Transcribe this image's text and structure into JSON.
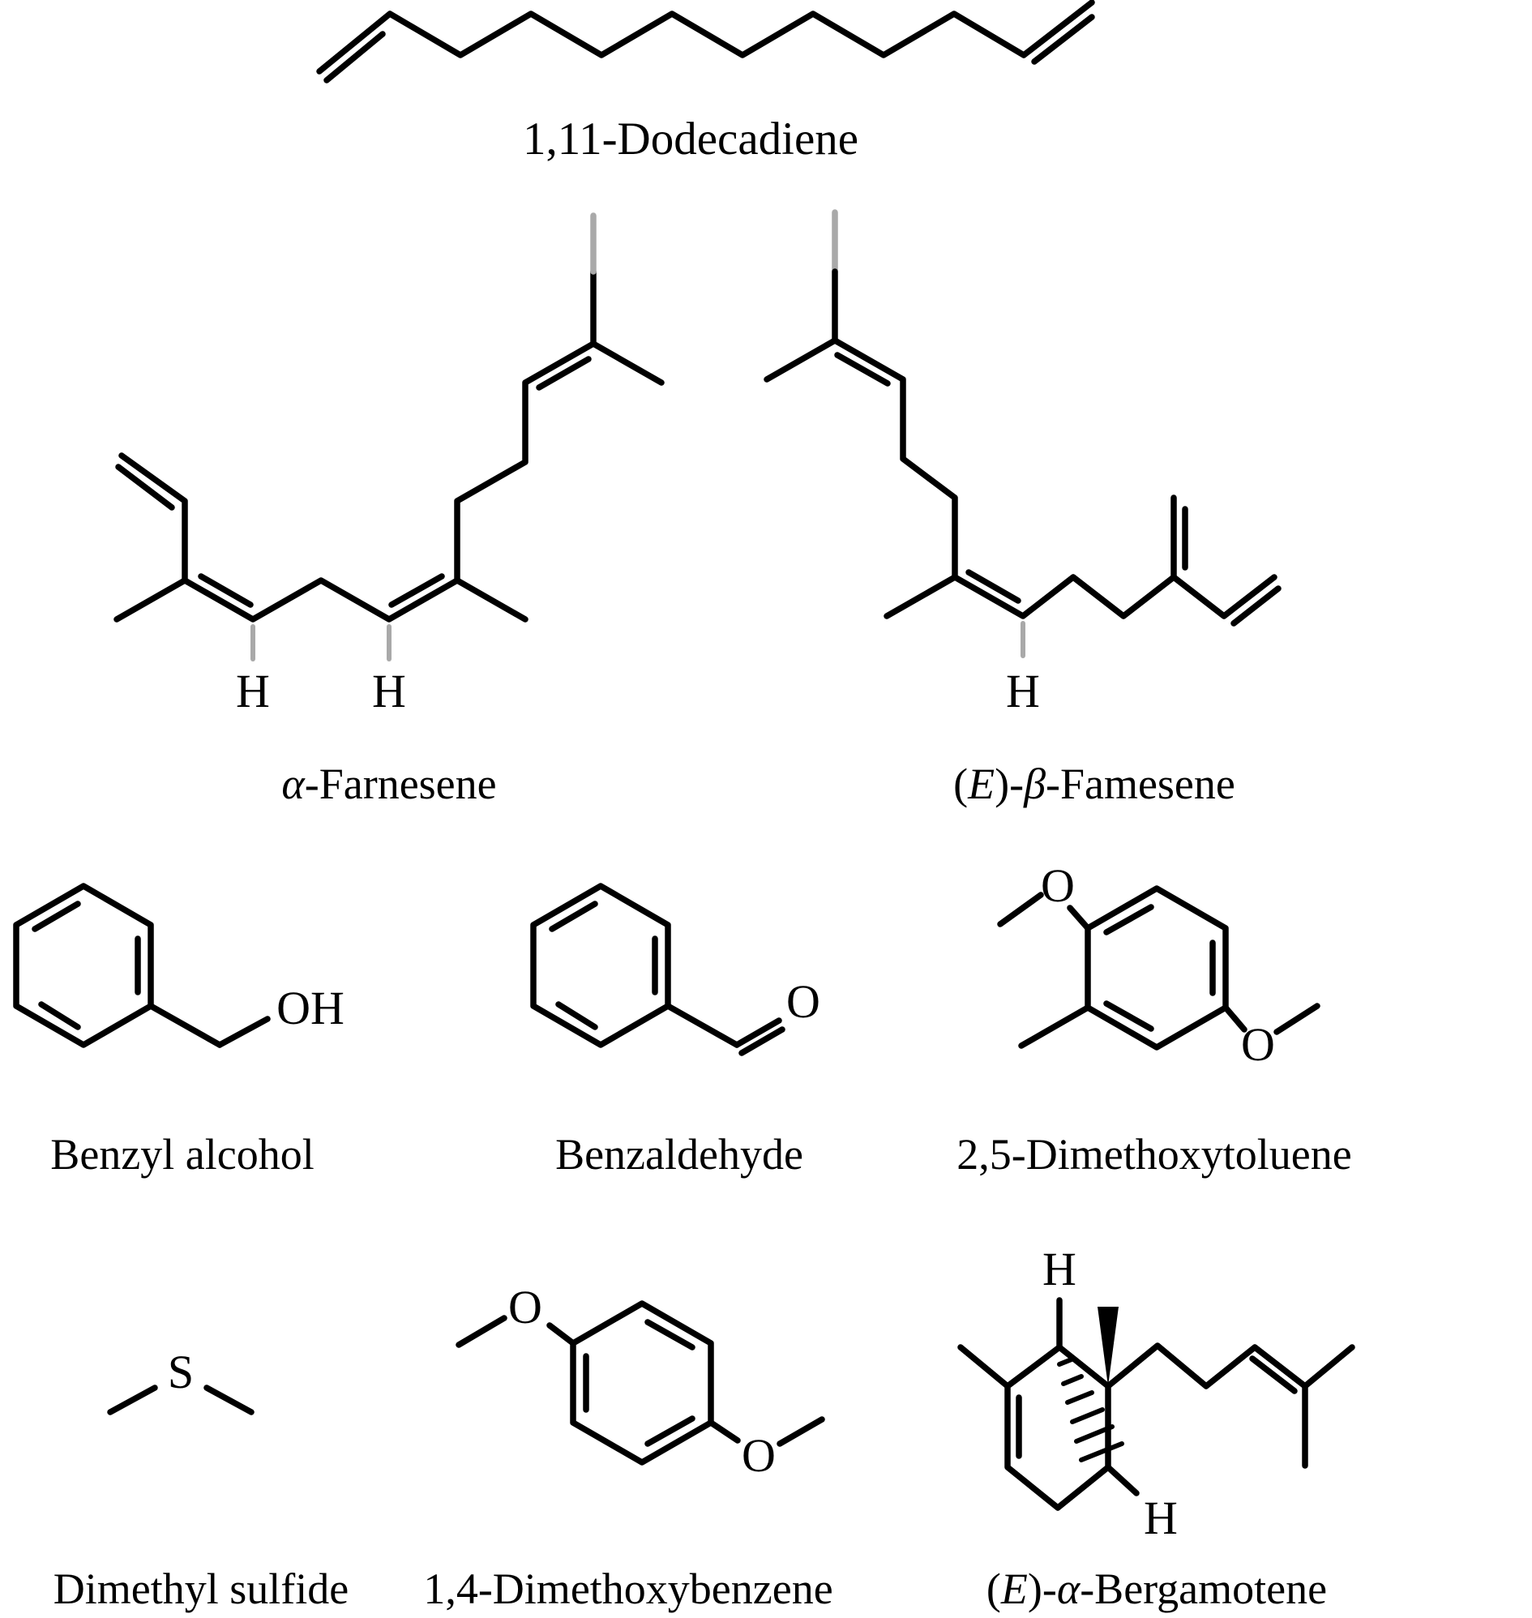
{
  "figure": {
    "background_color": "#ffffff",
    "bond_color": "#000000",
    "faded_bond_color": "#a9a9a9",
    "description_counts": {
      "molecules": 9
    }
  },
  "molecules": {
    "dodecadiene": {
      "name": "1,11-Dodecadiene",
      "name_parts": [
        "1,11-Dodecadiene"
      ]
    },
    "alpha_farnesene": {
      "name": "α-Farnesene",
      "name_parts": [
        "α",
        "-Farnesene"
      ],
      "atom_labels": {
        "h1": "H",
        "h2": "H"
      }
    },
    "beta_farnesene": {
      "name": "(E)-β-Famesene",
      "name_parts": [
        "(",
        "E",
        ")-",
        "β",
        "-Famesene"
      ],
      "atom_labels": {
        "h1": "H"
      }
    },
    "benzyl_alcohol": {
      "name": "Benzyl alcohol",
      "name_parts": [
        "Benzyl alcohol"
      ],
      "atom_labels": {
        "oh": "OH"
      }
    },
    "benzaldehyde": {
      "name": "Benzaldehyde",
      "name_parts": [
        "Benzaldehyde"
      ],
      "atom_labels": {
        "o": "O"
      }
    },
    "dimethoxytoluene": {
      "name": "2,5-Dimethoxytoluene",
      "name_parts": [
        "2,5-Dimethoxytoluene"
      ],
      "atom_labels": {
        "o1": "O",
        "o2": "O"
      }
    },
    "dimethyl_sulfide": {
      "name": "Dimethyl sulfide",
      "name_parts": [
        "Dimethyl sulfide"
      ],
      "atom_labels": {
        "s": "S"
      }
    },
    "dimethoxybenzene": {
      "name": "1,4-Dimethoxybenzene",
      "name_parts": [
        "1,4-Dimethoxybenzene"
      ],
      "atom_labels": {
        "o1": "O",
        "o2": "O"
      }
    },
    "bergamotene": {
      "name": "(E)-α-Bergamotene",
      "name_parts": [
        "(",
        "E",
        ")-",
        "α",
        "-Bergamotene"
      ],
      "atom_labels": {
        "h1": "H",
        "h2": "H"
      }
    }
  }
}
